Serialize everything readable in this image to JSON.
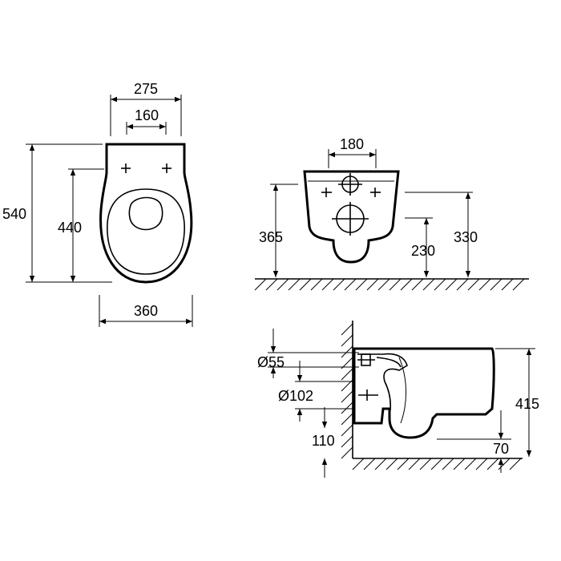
{
  "colors": {
    "line": "#000000",
    "background": "#ffffff"
  },
  "top_view": {
    "width_total": "275",
    "width_inner": "160",
    "length_total": "540",
    "length_inner": "440",
    "width_bottom": "360"
  },
  "front_view": {
    "mount_spacing": "180",
    "height_total": "365",
    "height_inlet": "330",
    "height_outlet": "230"
  },
  "side_view": {
    "diameter_inlet": "Ø55",
    "diameter_outlet": "Ø102",
    "outlet_height": "110",
    "depth_total": "415",
    "base_offset": "70"
  }
}
